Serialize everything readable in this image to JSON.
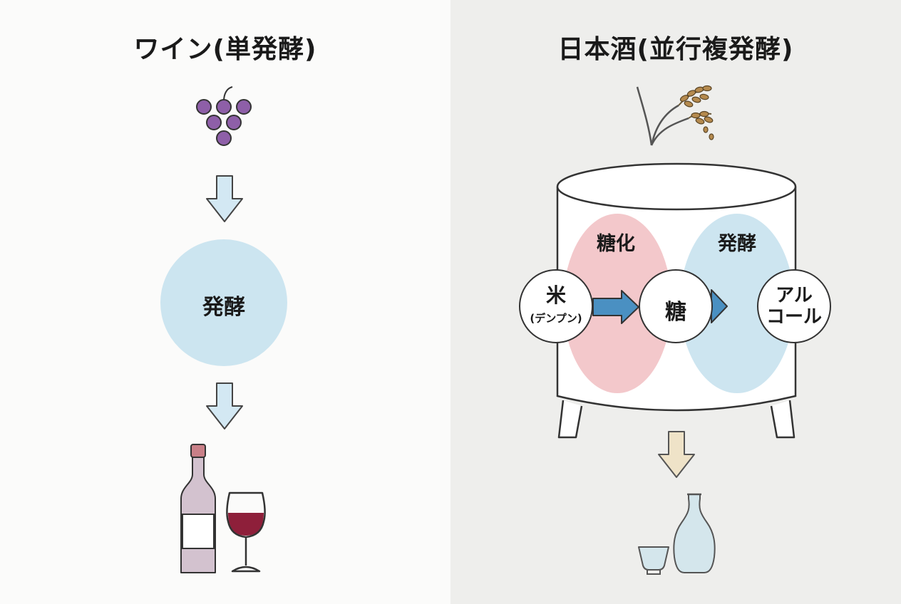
{
  "wine": {
    "title": "ワイン(単発酵)",
    "process_label": "発酵"
  },
  "sake": {
    "title": "日本酒(並行複発酵)",
    "saccharification_label": "糖化",
    "fermentation_label": "発酵",
    "rice_label": "米",
    "rice_sub": "(デンプン)",
    "sugar_label": "糖",
    "alcohol_line1": "アル",
    "alcohol_line2": "コール"
  },
  "colors": {
    "arrow_blue": "#d3e8f3",
    "process_circle": "#cce5f0",
    "sacchar_zone": "#f3c8cb",
    "ferment_zone": "#cde5f0",
    "flow_arrow": "#4a90c2",
    "grape": "#8e5fa8",
    "wine": "#8e1f3a",
    "sake_arrow": "#efe3c8"
  }
}
